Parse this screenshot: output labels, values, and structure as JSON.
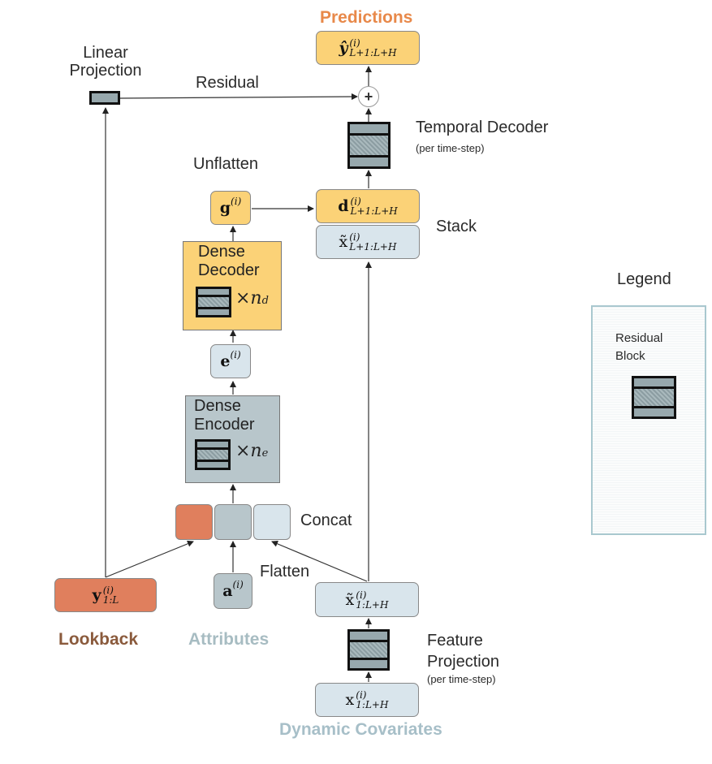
{
  "titles": {
    "predictions": "Predictions",
    "lookback": "Lookback",
    "attributes": "Attributes",
    "dynamic_covariates": "Dynamic Covariates"
  },
  "labels": {
    "linear_projection": "Linear\nProjection",
    "residual": "Residual",
    "temporal_decoder": "Temporal Decoder",
    "temporal_decoder_note": "(per time-step)",
    "unflatten": "Unflatten",
    "stack": "Stack",
    "dense_decoder": "Dense\nDecoder",
    "dense_encoder": "Dense\nEncoder",
    "concat": "Concat",
    "flatten": "Flatten",
    "feature_projection": "Feature\nProjection",
    "feature_projection_note": "(per time-step)",
    "legend": "Legend",
    "residual_block": "Residual\nBlock"
  },
  "nodes": {
    "yhat": {
      "base": "ŷ",
      "sup": "(i)",
      "sub": "L+1:L+H"
    },
    "g": {
      "base": "g",
      "sup": "(i)"
    },
    "d": {
      "base": "d",
      "sup": "(i)",
      "sub": "L+1:L+H"
    },
    "xt_future": {
      "base": "x̃",
      "sup": "(i)",
      "sub": "L+1:L+H"
    },
    "e": {
      "base": "e",
      "sup": "(i)"
    },
    "y": {
      "base": "y",
      "sup": "(i)",
      "sub": "1:L"
    },
    "a": {
      "base": "a",
      "sup": "(i)"
    },
    "xt_all": {
      "base": "x̃",
      "sup": "(i)",
      "sub": "1:L+H"
    },
    "x_all": {
      "base": "x",
      "sup": "(i)",
      "sub": "1:L+H"
    }
  },
  "multipliers": {
    "decoder": "×n",
    "decoder_sub": "d",
    "encoder": "×n",
    "encoder_sub": "e"
  },
  "colors": {
    "predictions": "#e8894a",
    "lookback": "#8a5a3c",
    "attributes": "#a7bcc2",
    "covariates": "#a7bfc8",
    "orange_fill": "#fbd277",
    "blue_fill": "#d9e5ec",
    "red_fill": "#e07f5d",
    "gray_fill": "#b8c6cb"
  }
}
